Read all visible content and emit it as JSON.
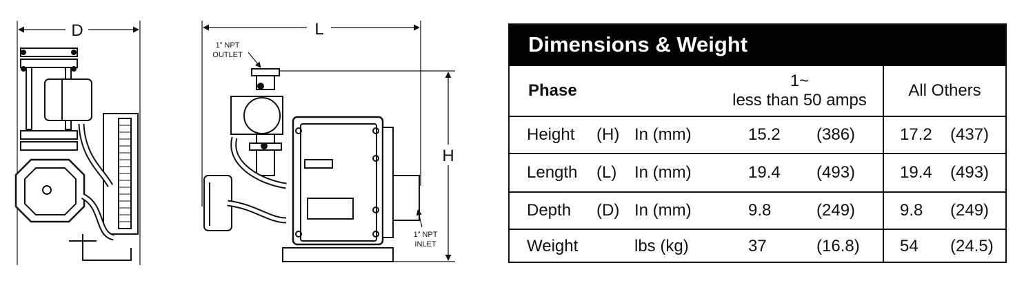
{
  "drawing": {
    "side_view": {
      "dimension_label": "D"
    },
    "front_view": {
      "length_label": "L",
      "height_label": "H",
      "outlet_label_line1": "1” NPT",
      "outlet_label_line2": "OUTLET",
      "inlet_label_line1": "1” NPT",
      "inlet_label_line2": "INLET"
    }
  },
  "table": {
    "title": "Dimensions & Weight",
    "header": {
      "phase_label": "Phase",
      "group1_line1": "1~",
      "group1_line2": "less than 50 amps",
      "group2": "All Others"
    },
    "rows": [
      {
        "name": "Height",
        "symbol": "(H)",
        "unit": "In (mm)",
        "g1_val": "15.2",
        "g1_metric": "(386)",
        "g2_val": "17.2",
        "g2_metric": "(437)"
      },
      {
        "name": "Length",
        "symbol": "(L)",
        "unit": "In (mm)",
        "g1_val": "19.4",
        "g1_metric": "(493)",
        "g2_val": "19.4",
        "g2_metric": "(493)"
      },
      {
        "name": "Depth",
        "symbol": "(D)",
        "unit": "In (mm)",
        "g1_val": "9.8",
        "g1_metric": "(249)",
        "g2_val": "9.8",
        "g2_metric": "(249)"
      },
      {
        "name": "Weight",
        "symbol": "",
        "unit": "lbs (kg)",
        "g1_val": "37",
        "g1_metric": "(16.8)",
        "g2_val": "54",
        "g2_metric": "(24.5)"
      }
    ]
  }
}
